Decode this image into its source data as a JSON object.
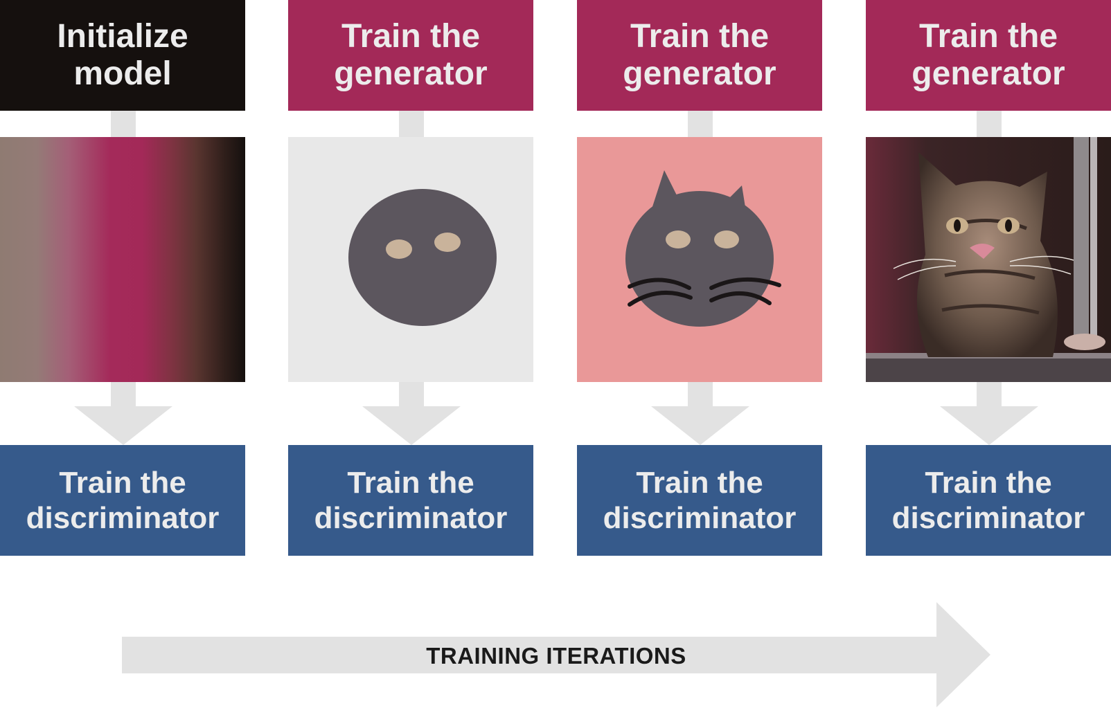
{
  "stages": [
    {
      "top_label": "Initialize model",
      "bottom_label": "Train the discriminator",
      "image": "noise-gradient"
    },
    {
      "top_label": "Train the generator",
      "bottom_label": "Train the discriminator",
      "image": "blob-with-eyes"
    },
    {
      "top_label": "Train the generator",
      "bottom_label": "Train the discriminator",
      "image": "cartoon-cat"
    },
    {
      "top_label": "Train the generator",
      "bottom_label": "Train the discriminator",
      "image": "realistic-cat-photo"
    }
  ],
  "timeline": {
    "label": "TRAINING ITERATIONS"
  },
  "colors": {
    "init": "#15100e",
    "generator": "#a32958",
    "discriminator": "#365a8b",
    "arrow": "#e2e2e2"
  }
}
